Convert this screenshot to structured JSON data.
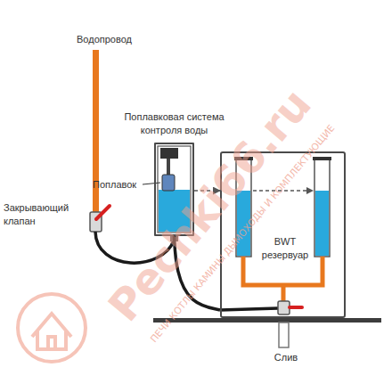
{
  "diagram": {
    "nodes": [
      {
        "text": [
          "Поплавковая система контроля воды"
        ]
      },
      {
        "text": [
          "BWT резервуар"
        ]
      }
    ],
    "edges": [
      {
        "from": 0,
        "to": 1,
        "arrow": "to"
      },
      {
        "from": 0,
        "to": 1,
        "arrow": "none"
      }
    ],
    "labels": [
      "Водопровод",
      "Закрывающий клапан",
      "Поплавок",
      "Слив",
      "Pechki66.ru",
      "ПЕЧИ КОТЛЫ КАМИНЫ ДЫМОХОДЫ И КОМПЛЕКТУЮЩИЕ"
    ]
  }
}
